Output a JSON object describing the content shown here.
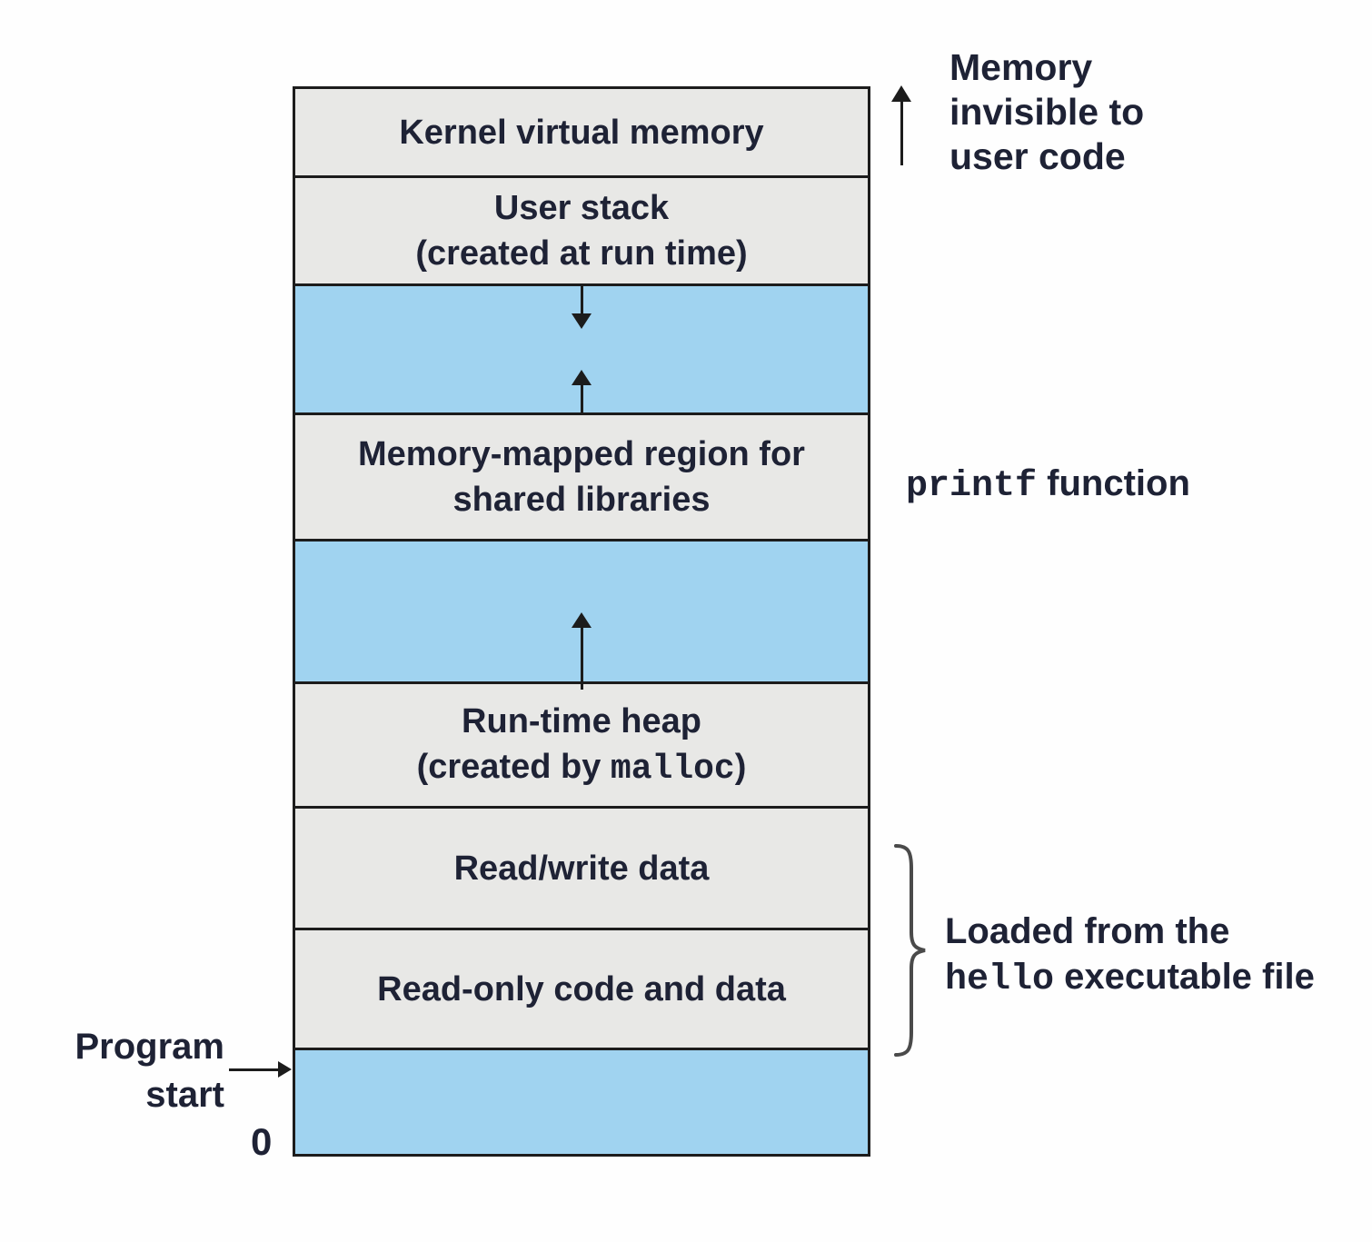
{
  "colors": {
    "region_gray": "#e8e8e6",
    "region_blue": "#a0d3f0",
    "border": "#1c1c1c",
    "text": "#1e2235"
  },
  "regions": {
    "kernel": {
      "label": "Kernel virtual memory"
    },
    "user_stack": {
      "line1": "User stack",
      "line2": "(created at run time)"
    },
    "mmap": {
      "line1": "Memory-mapped region for",
      "line2": "shared libraries"
    },
    "heap": {
      "line1": "Run-time heap",
      "line2_prefix": "(created by ",
      "line2_mono": "malloc",
      "line2_suffix": ")"
    },
    "rw_data": {
      "label": "Read/write data"
    },
    "ro_data": {
      "label": "Read-only code and data"
    }
  },
  "annotations": {
    "memory_invisible": {
      "line1": "Memory",
      "line2": "invisible to",
      "line3": "user code"
    },
    "printf": {
      "mono": "printf",
      "rest": " function"
    },
    "loaded": {
      "line1": "Loaded from the",
      "line2_mono": "hello",
      "line2_rest": " executable file"
    },
    "program_start": {
      "line1": "Program",
      "line2": "start"
    },
    "zero": "0"
  }
}
